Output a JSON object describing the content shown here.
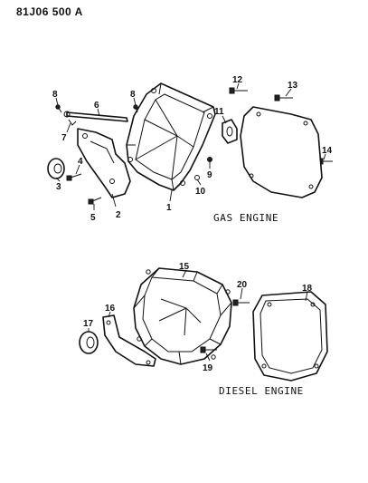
{
  "header": {
    "code": "81J06 500 A"
  },
  "sections": {
    "gas": {
      "label": "GAS ENGINE"
    },
    "diesel": {
      "label": "DIESEL ENGINE"
    }
  },
  "callouts": [
    "1",
    "2",
    "3",
    "4",
    "5",
    "6",
    "7",
    "8",
    "8",
    "9",
    "10",
    "11",
    "12",
    "13",
    "14",
    "15",
    "16",
    "17",
    "18",
    "19",
    "20"
  ]
}
